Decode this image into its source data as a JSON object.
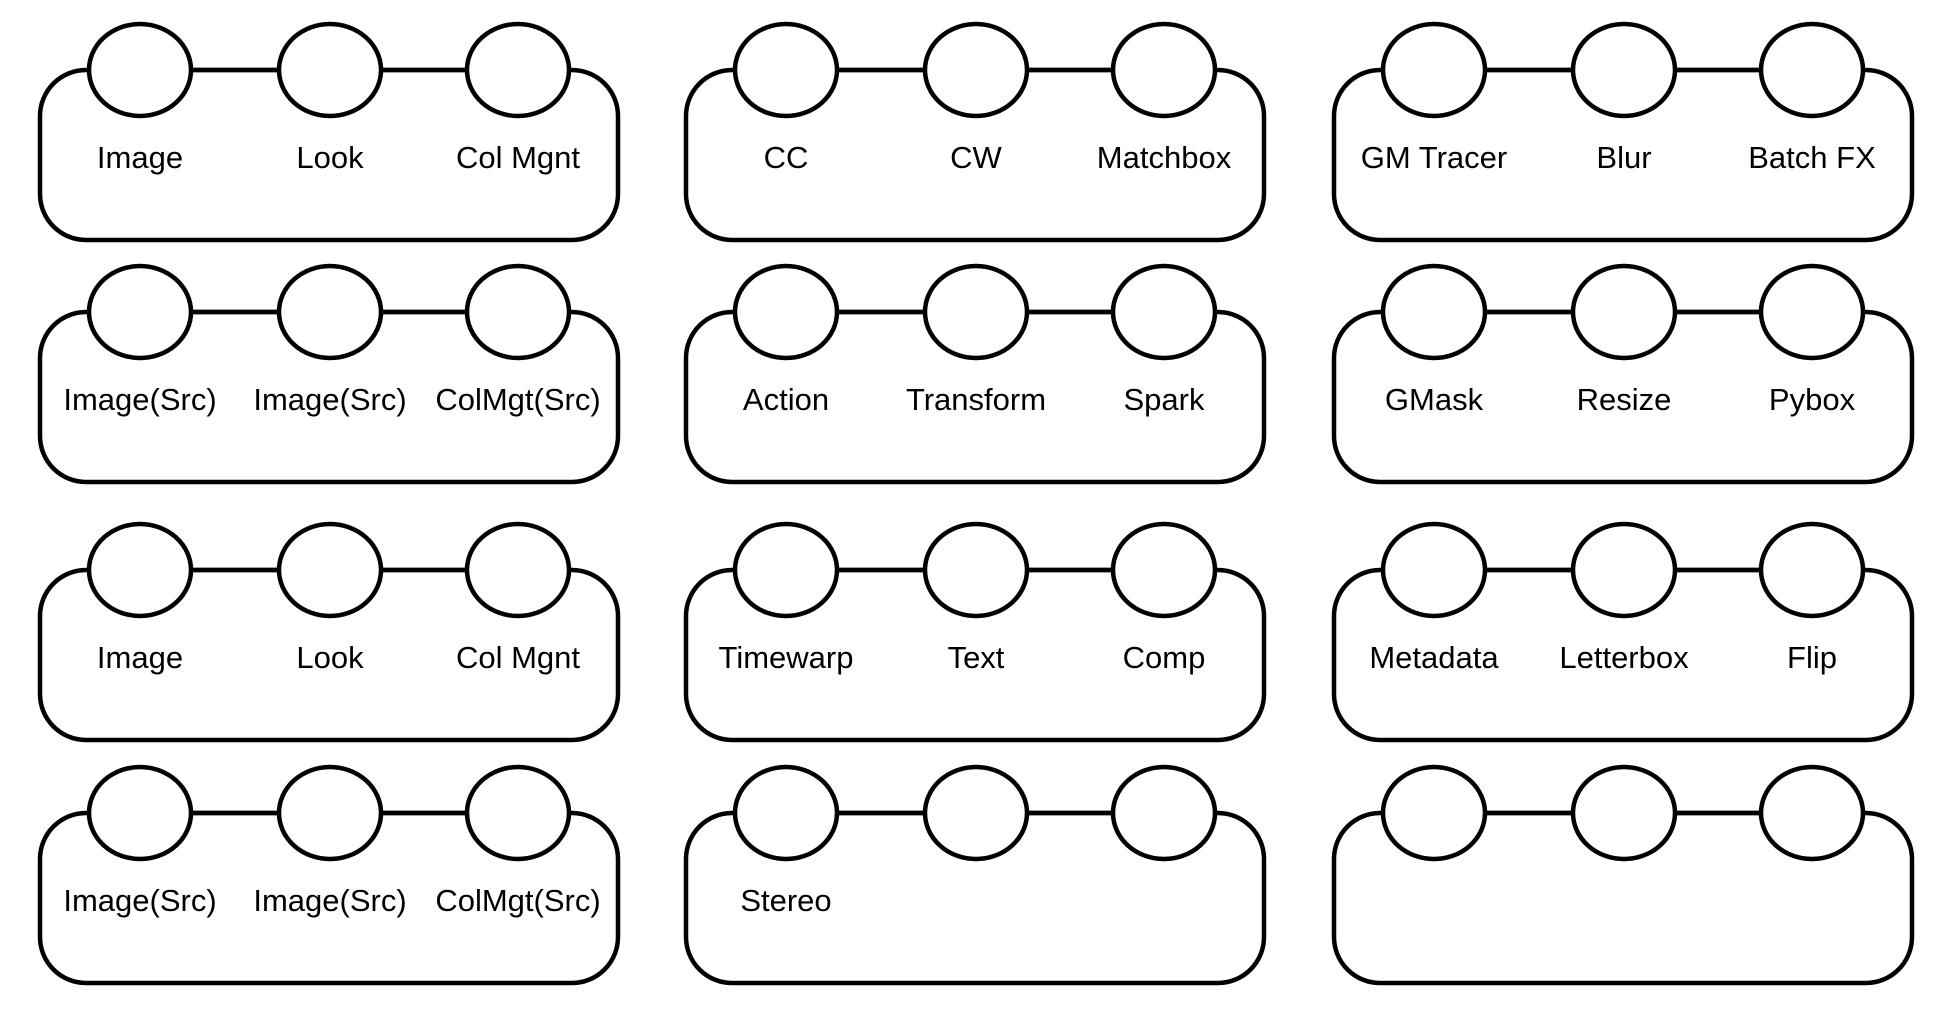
{
  "colors": {
    "stroke": "#000000",
    "background": "#ffffff"
  },
  "banks": [
    {
      "buttons": [
        {
          "label": "Image"
        },
        {
          "label": "Look"
        },
        {
          "label": "Col Mgnt"
        }
      ]
    },
    {
      "buttons": [
        {
          "label": "CC"
        },
        {
          "label": "CW"
        },
        {
          "label": "Matchbox"
        }
      ]
    },
    {
      "buttons": [
        {
          "label": "GM Tracer"
        },
        {
          "label": "Blur"
        },
        {
          "label": "Batch FX"
        }
      ]
    },
    {
      "buttons": [
        {
          "label": "Image(Src)"
        },
        {
          "label": "Image(Src)"
        },
        {
          "label": "ColMgt(Src)"
        }
      ]
    },
    {
      "buttons": [
        {
          "label": "Action"
        },
        {
          "label": "Transform"
        },
        {
          "label": "Spark"
        }
      ]
    },
    {
      "buttons": [
        {
          "label": "GMask"
        },
        {
          "label": "Resize"
        },
        {
          "label": "Pybox"
        }
      ]
    },
    {
      "buttons": [
        {
          "label": "Image"
        },
        {
          "label": "Look"
        },
        {
          "label": "Col Mgnt"
        }
      ]
    },
    {
      "buttons": [
        {
          "label": "Timewarp"
        },
        {
          "label": "Text"
        },
        {
          "label": "Comp"
        }
      ]
    },
    {
      "buttons": [
        {
          "label": "Metadata"
        },
        {
          "label": "Letterbox"
        },
        {
          "label": "Flip"
        }
      ]
    },
    {
      "buttons": [
        {
          "label": "Image(Src)"
        },
        {
          "label": "Image(Src)"
        },
        {
          "label": "ColMgt(Src)"
        }
      ]
    },
    {
      "buttons": [
        {
          "label": "Stereo"
        },
        {
          "label": ""
        },
        {
          "label": ""
        }
      ]
    },
    {
      "buttons": [
        {
          "label": ""
        },
        {
          "label": ""
        },
        {
          "label": ""
        }
      ]
    }
  ]
}
